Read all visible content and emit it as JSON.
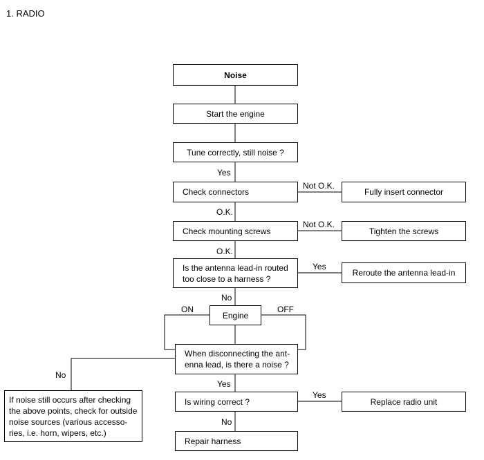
{
  "header": "1. RADIO",
  "nodes": {
    "noise": "Noise",
    "start_engine": "Start the engine",
    "tune": "Tune correctly, still noise ?",
    "check_connectors": "Check connectors",
    "fully_insert": "Fully insert connector",
    "check_screws": "Check mounting screws",
    "tighten": "Tighten the screws",
    "antenna_q_l1": "Is the antenna lead-in routed",
    "antenna_q_l2": "too close to a harness ?",
    "reroute": "Reroute the antenna lead-in",
    "engine": "Engine",
    "disconnect_l1": "When disconnecting  the ant-",
    "disconnect_l2": "enna lead, is there a noise ?",
    "outside_l1": "If noise still occurs after checking",
    "outside_l2": "the above points, check for outside",
    "outside_l3": "noise sources (various accesso-",
    "outside_l4": "ries, i.e. horn, wipers, etc.)",
    "wiring": "Is wiring correct ?",
    "replace": "Replace radio unit",
    "repair": "Repair harness"
  },
  "labels": {
    "yes1": "Yes",
    "not_ok1": "Not O.K.",
    "ok1": "O.K.",
    "not_ok2": "Not O.K.",
    "ok2": "O.K.",
    "yes2": "Yes",
    "no1": "No",
    "on": "ON",
    "off": "OFF",
    "no2": "No",
    "yes3": "Yes",
    "yes4": "Yes",
    "no3": "No"
  }
}
